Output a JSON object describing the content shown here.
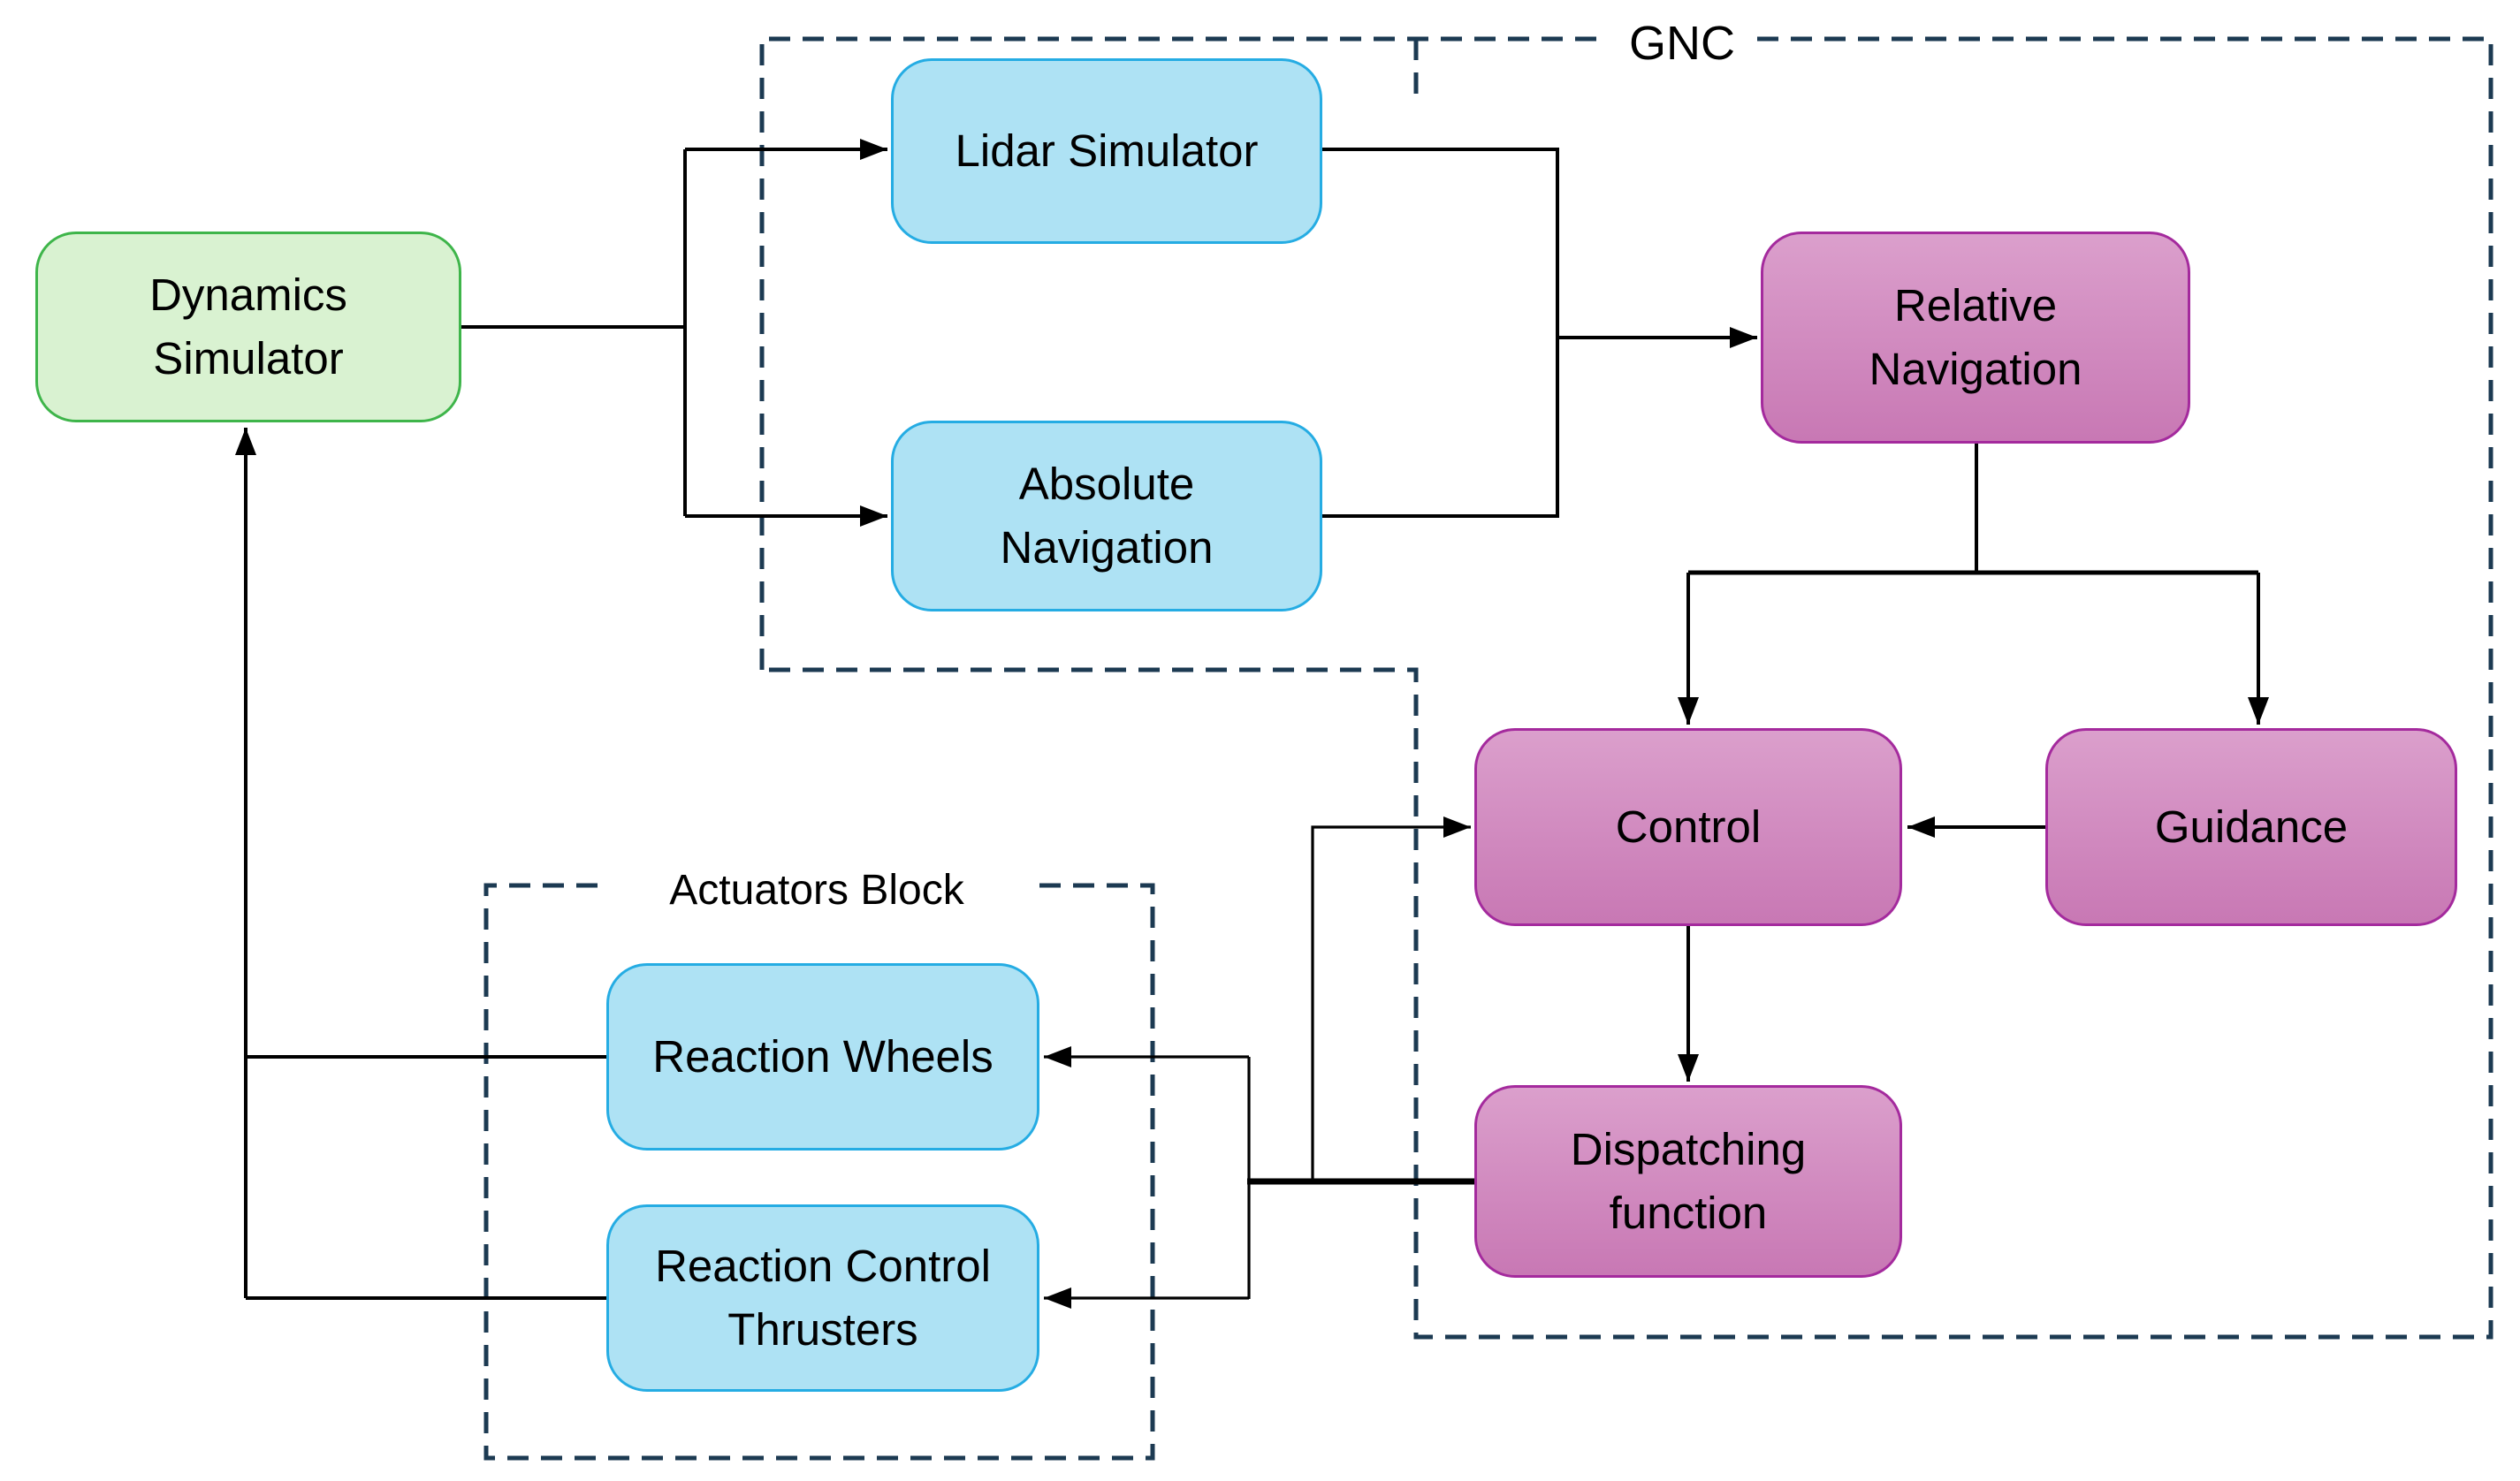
{
  "diagram": {
    "kind": "block-diagram",
    "background": "#ffffff",
    "groups": {
      "gnc": {
        "label": "GNC",
        "style": "dashed-boundary",
        "members": [
          "relative",
          "control",
          "guidance",
          "dispatch"
        ]
      },
      "actuators": {
        "label": "Actuators Block",
        "style": "dashed-boundary",
        "members": [
          "rwheels",
          "rct"
        ]
      }
    },
    "nodes": {
      "dynamics": {
        "label": "Dynamics\nSimulator",
        "scheme": "green"
      },
      "lidar": {
        "label": "Lidar Simulator",
        "scheme": "blue"
      },
      "absolute": {
        "label": "Absolute\nNavigation",
        "scheme": "blue"
      },
      "relative": {
        "label": "Relative\nNavigation",
        "scheme": "pink"
      },
      "control": {
        "label": "Control",
        "scheme": "pink"
      },
      "guidance": {
        "label": "Guidance",
        "scheme": "pink"
      },
      "dispatch": {
        "label": "Dispatching\nfunction",
        "scheme": "pink"
      },
      "rwheels": {
        "label": "Reaction Wheels",
        "scheme": "blue"
      },
      "rct": {
        "label": "Reaction Control\nThrusters",
        "scheme": "blue"
      }
    },
    "edges": [
      {
        "from": "dynamics",
        "to": "lidar",
        "arrow": true
      },
      {
        "from": "dynamics",
        "to": "absolute",
        "arrow": true
      },
      {
        "from": "lidar",
        "to": "relative",
        "arrow": true
      },
      {
        "from": "absolute",
        "to": "relative",
        "arrow": true
      },
      {
        "from": "relative",
        "to": "control",
        "arrow": true
      },
      {
        "from": "relative",
        "to": "guidance",
        "arrow": true
      },
      {
        "from": "guidance",
        "to": "control",
        "arrow": true
      },
      {
        "from": "control",
        "to": "dispatch",
        "arrow": true
      },
      {
        "from": "dispatch",
        "to": "control",
        "arrow": true
      },
      {
        "from": "dispatch",
        "to": "rwheels",
        "arrow": true
      },
      {
        "from": "dispatch",
        "to": "rct",
        "arrow": true
      },
      {
        "from": "rwheels",
        "to": "dynamics",
        "arrow": true
      },
      {
        "from": "rct",
        "to": "dynamics",
        "arrow": true
      }
    ],
    "colors": {
      "bg": "#ffffff",
      "edge": "#000000",
      "dash": "#1c3a52",
      "text": "#000000",
      "green_fill": "#d9f2d1",
      "green_border": "#3eb54a",
      "blue_fill": "#aee2f4",
      "blue_border": "#25ace3",
      "pink_fill_top": "#db9fcc",
      "pink_fill_bottom": "#c878b4",
      "pink_border": "#a42a9d"
    }
  }
}
